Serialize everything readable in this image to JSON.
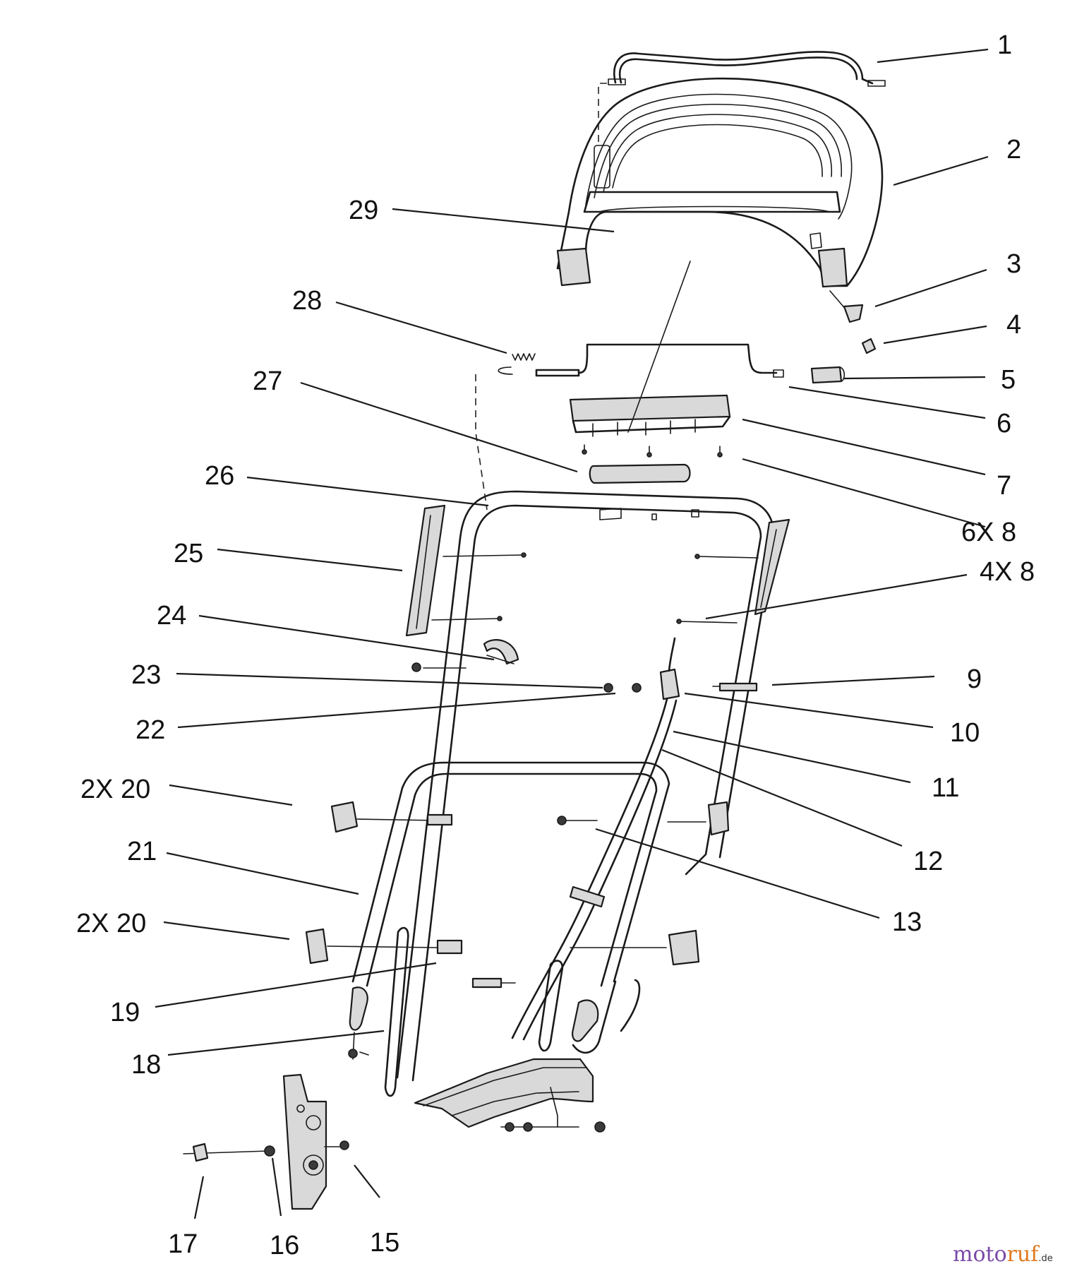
{
  "callouts": [
    {
      "id": "c1",
      "label": "1"
    },
    {
      "id": "c2",
      "label": "2"
    },
    {
      "id": "c3",
      "label": "3"
    },
    {
      "id": "c4",
      "label": "4"
    },
    {
      "id": "c5",
      "label": "5"
    },
    {
      "id": "c6",
      "label": "6"
    },
    {
      "id": "c7",
      "label": "7"
    },
    {
      "id": "c6x8",
      "label": "6X 8"
    },
    {
      "id": "c4x8",
      "label": "4X 8"
    },
    {
      "id": "c9",
      "label": "9"
    },
    {
      "id": "c10",
      "label": "10"
    },
    {
      "id": "c11",
      "label": "11"
    },
    {
      "id": "c12",
      "label": "12"
    },
    {
      "id": "c13",
      "label": "13"
    },
    {
      "id": "c15",
      "label": "15"
    },
    {
      "id": "c16",
      "label": "16"
    },
    {
      "id": "c17",
      "label": "17"
    },
    {
      "id": "c18",
      "label": "18"
    },
    {
      "id": "c19",
      "label": "19"
    },
    {
      "id": "c2x20a",
      "label": "2X 20"
    },
    {
      "id": "c21",
      "label": "21"
    },
    {
      "id": "c2x20b",
      "label": "2X 20"
    },
    {
      "id": "c22",
      "label": "22"
    },
    {
      "id": "c23",
      "label": "23"
    },
    {
      "id": "c24",
      "label": "24"
    },
    {
      "id": "c25",
      "label": "25"
    },
    {
      "id": "c26",
      "label": "26"
    },
    {
      "id": "c27",
      "label": "27"
    },
    {
      "id": "c28",
      "label": "28"
    },
    {
      "id": "c29",
      "label": "29"
    }
  ],
  "watermark": {
    "part1": "moto",
    "part2": "ruf",
    "suffix": ".de"
  }
}
